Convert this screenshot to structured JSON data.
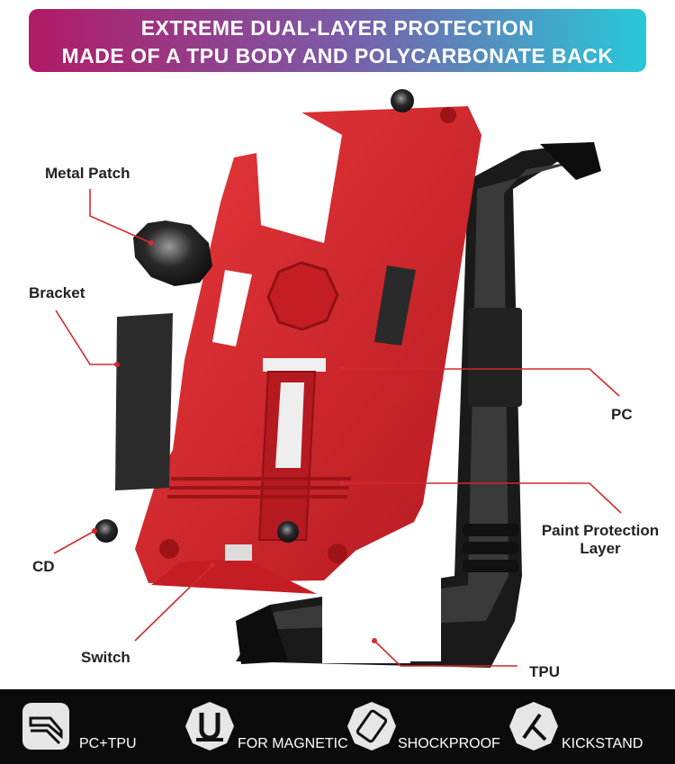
{
  "banner": {
    "line1": "EXTREME DUAL-LAYER PROTECTION",
    "line2": "MADE OF A TPU BODY AND POLYCARBONATE BACK"
  },
  "callouts": {
    "metal_patch": "Metal Patch",
    "bracket": "Bracket",
    "pc": "PC",
    "paint_line1": "Paint Protection",
    "paint_line2": "Layer",
    "cd": "CD",
    "switch": "Switch",
    "tpu": "TPU"
  },
  "features": [
    {
      "label": "PC+TPU",
      "icon": "layers-icon"
    },
    {
      "label": "FOR MAGNETIC",
      "icon": "magnet-icon"
    },
    {
      "label": "SHOCKPROOF",
      "icon": "shockproof-icon"
    },
    {
      "label": "KICKSTAND",
      "icon": "kickstand-icon"
    }
  ],
  "colors": {
    "banner_gradient": [
      "#b21a66",
      "#7c5aa6",
      "#28c8da"
    ],
    "case_red": "#d7252b",
    "tpu_black": "#1c1c1c",
    "leader_line": "#d42a2a",
    "footer_bg": "#0b0b0b"
  }
}
